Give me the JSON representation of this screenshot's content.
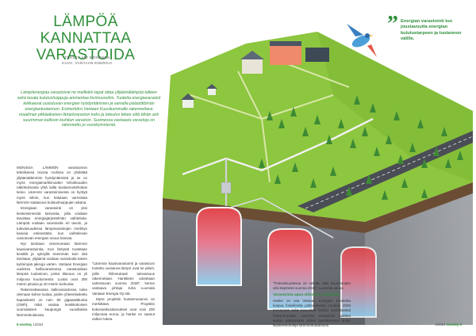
{
  "article": {
    "headline_line1": "LÄMPÖÄ KANNATTAA",
    "headline_line2": "VARASTOIDA",
    "credit_text": "TEKSTI: ARI MONONEN",
    "credit_image": "KUVA: VANTAAN ENERGIA",
    "ingress": "Lämpöenergiaa varastoivat ne meillekin tapat ottaa ylijäämälämpöä talteen sekä tasata kulutushuippuja ammentaa kivimuureihin. Tuotetta energiavarastot leikkaavat uusiutuvan energian hyödyntämisen ja samalla päästöttömän energiantuotannon. Esimerkiksi Vantaan Kuusikummalle rakennettava maailman pitkäaikaisen lämpövaraston koko ja toteutus tekee siitä tähän asti suurimman kallioon louhitun varaston. Suomessa vastaavia varastoja on rakennettu jo vuosikymmeniä.",
    "col1": [
      "MONISSA LÄMMÖN varastoinnin tekniikassa isossa roolissa on yhdistää ylijäämälämmön hyödyntämistä ja se on myös energiamarkkinoiden tehokkuuden näkökulmasta yhtä lailla kustannustehokas keino. Lämmön varastoimisesta on hyötyä myös silloin, kun halutaan varmistaa lämmön saatavuus kulutushuippujen aikana.",
      "Energiaan varastointi on yksi keskeisimmistä keinoista, jolla voidaan tasoittaa energiajärjestelmän vaihteluita. Lämpöä voidaan varastoida eri tavoin, ja tulevaisuudessa lämpövarastojen merkitys kasvaa entisestään, kun vaihtelevan uusiutuvan energian osuus kasvaa.",
      "Nyt tarvitaan nimenomaan lämmön kausivarastointia. Kun lämpöä tuotetaan kesällä ja syksyllä enemmän kuin sitä tarvitaan, ylijäämä voidaan varastoida talven kylmimpiä jaksoja varten. Vantaan Energian uudessa kalliovarastossa varastoidaan lämpöä luolastoon, jonka tilavuus on yli miljoona kuutiometriä. Luolat ovat 300 metrin pituisia ja 40 metrin korkuisia.",
      "Rakennettavassa kalliovarastossa tulee olemaan kolme luolaa, joiden yhteenlaskettu kapasiteetti on noin 90 gigawattituntia (GWh), mikä vastaa keskikokoisen suomalaisen kaupungin vuosittaista lämmönkulutusta."
    ],
    "col2": [
      "”Lämmön kausivarastointi ja varastoon tuotettu uusiutuva lämpö ovat ne pilarit, joille hiilineutraali tulevaisuus rakennetaan. Hankkeen odotetaan valmistuvan vuonna 2028”, kertoo vastaava johtaja Juha Luomala Vantaan Energia Oy:stä.",
      "Myös projektin kustannusarvio on merkittävä. Projektin kokonaiskustannukset ovat noin 200 miljoonaa euroa, ja hanke on saanut valtion tukea."
    ],
    "col3_quote": "”Tulevaisuudessa on selvää, että kausivarasto olisi käytössä vuonna 2028”, Luomala sanoo.",
    "col3_subhead": "Varastoista apua viilvoisiin siirtymiin",
    "col3": "Hanke on osa Vantaan Energian tavoitetta luopua fossiilisista polttoaineista vuoteen 2026 mennessä sekä kasvattaa kuntoa merkittävästi hiilineutraaliksi. Lämmön varastointi saattaa auttaa pääsemään siihen tavoitteeseen ilman lisäinvestointeja lämmöntuotantoon.",
    "footer_left_page": "8",
    "footer_left_mag": "enerkey",
    "footer_left_issue": "1/2024",
    "footer_right_issue": "1/2024",
    "footer_right_mag": "enerkey",
    "footer_right_page": "9",
    "quote": "Energian varastointi tuo joustavuutta energian kulutustarpeen ja tuotannon välille.",
    "quote_mark": "”"
  },
  "colors": {
    "accent_green": "#2f8f3a",
    "grass": "#8dc63f",
    "rock": "#6e7176",
    "cavern_hot": "#e2464b",
    "cavern_cold": "#8fd0ef"
  }
}
